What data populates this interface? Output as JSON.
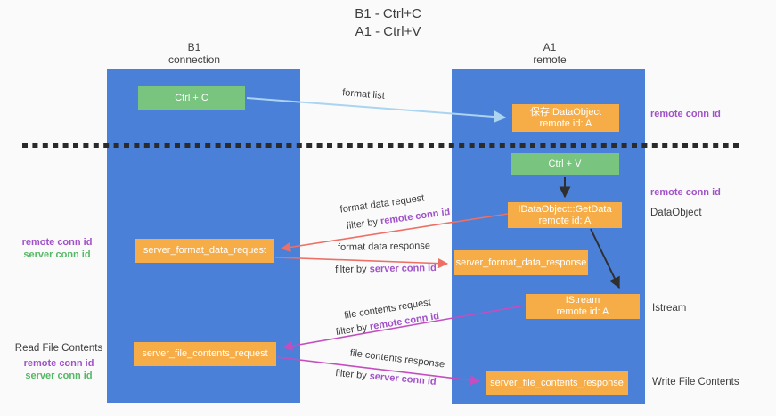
{
  "title": {
    "line1": "B1 - Ctrl+C",
    "line2": "A1 - Ctrl+V"
  },
  "lanes": {
    "left": {
      "title": "B1",
      "subtitle": "connection"
    },
    "right": {
      "title": "A1",
      "subtitle": "remote"
    }
  },
  "nodes": {
    "ctrl_c": {
      "label": "Ctrl + C"
    },
    "save_dataobject": {
      "line1": "保存IDataObject",
      "line2": "remote id: A"
    },
    "ctrl_v": {
      "label": "Ctrl + V"
    },
    "getdata": {
      "line1": "IDataObject::GetData",
      "line2": "remote id: A"
    },
    "server_format_data_request": {
      "label": "server_format_data_request"
    },
    "server_format_data_response": {
      "label": "server_format_data_response"
    },
    "istream": {
      "line1": "IStream",
      "line2": "remote id: A"
    },
    "server_file_contents_request": {
      "label": "server_file_contents_request"
    },
    "server_file_contents_response": {
      "label": "server_file_contents_response"
    }
  },
  "annotations": {
    "right": {
      "remote_conn_id_top": "remote conn id",
      "remote_conn_id_mid": "remote conn id",
      "dataobject": "DataObject",
      "istream": "Istream",
      "write_file_contents": "Write File Contents"
    },
    "left": {
      "remote_conn_id_1": "remote conn id",
      "server_conn_id_1": "server conn id",
      "read_file_contents": "Read File Contents",
      "remote_conn_id_2": "remote conn id",
      "server_conn_id_2": "server conn id"
    }
  },
  "arrow_labels": {
    "format_list": "format list",
    "format_data_request": "format data request",
    "format_data_response": "format data response",
    "file_contents_request": "file contents request",
    "file_contents_response": "file contents response",
    "filter_by": "filter by ",
    "remote_conn_id": "remote conn id",
    "server_conn_id": "server conn id"
  },
  "colors": {
    "lane_blue": "#4a80d8",
    "box_orange": "#f7ad47",
    "box_green": "#79c47e",
    "arrow_red": "#ed6f66",
    "arrow_magenta": "#c44ec0",
    "arrow_light_blue": "#aad4f0",
    "arrow_black": "#2f2f2f",
    "text_purple": "#a152c8",
    "text_green": "#55b865"
  }
}
